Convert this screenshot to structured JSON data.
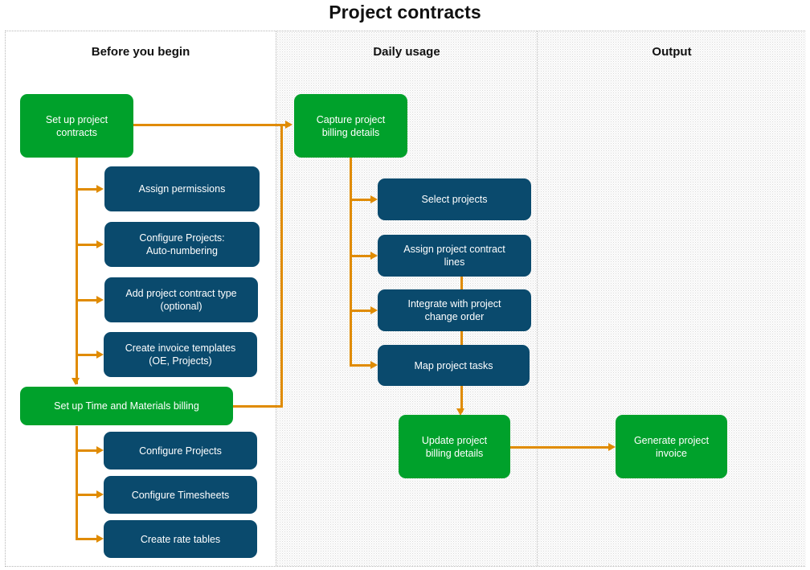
{
  "title": "Project contracts",
  "lanes": [
    {
      "id": "before-you-begin",
      "label": "Before you begin"
    },
    {
      "id": "daily-usage",
      "label": "Daily usage"
    },
    {
      "id": "output",
      "label": "Output"
    }
  ],
  "colors": {
    "green": "#00a12b",
    "blue": "#0a4a6d",
    "arrow": "#e08b00",
    "title_text": "#111111",
    "node_text": "#ffffff",
    "lane_border": "#b9b9b9"
  },
  "nodes": {
    "setup_project_contracts": {
      "label": "Set up project\ncontracts",
      "type": "green",
      "lane": "before-you-begin"
    },
    "assign_permissions": {
      "label": "Assign permissions",
      "type": "blue",
      "lane": "before-you-begin"
    },
    "configure_projects_auto": {
      "label": "Configure Projects:\nAuto-numbering",
      "type": "blue",
      "lane": "before-you-begin"
    },
    "add_project_contract_type": {
      "label": "Add project contract type\n(optional)",
      "type": "blue",
      "lane": "before-you-begin"
    },
    "create_invoice_templates": {
      "label": "Create invoice templates\n(OE, Projects)",
      "type": "blue",
      "lane": "before-you-begin"
    },
    "setup_tm_billing": {
      "label": "Set up Time and Materials billing",
      "type": "green",
      "lane": "before-you-begin"
    },
    "configure_projects": {
      "label": "Configure Projects",
      "type": "blue",
      "lane": "before-you-begin"
    },
    "configure_timesheets": {
      "label": "Configure Timesheets",
      "type": "blue",
      "lane": "before-you-begin"
    },
    "create_rate_tables": {
      "label": "Create rate tables",
      "type": "blue",
      "lane": "before-you-begin"
    },
    "capture_project_billing": {
      "label": "Capture project\nbilling details",
      "type": "green",
      "lane": "daily-usage"
    },
    "select_projects": {
      "label": "Select projects",
      "type": "blue",
      "lane": "daily-usage"
    },
    "assign_contract_lines": {
      "label": "Assign project contract\nlines",
      "type": "blue",
      "lane": "daily-usage"
    },
    "integrate_change_order": {
      "label": "Integrate with project\nchange order",
      "type": "blue",
      "lane": "daily-usage"
    },
    "map_project_tasks": {
      "label": "Map project tasks",
      "type": "blue",
      "lane": "daily-usage"
    },
    "update_project_billing": {
      "label": "Update project\nbilling details",
      "type": "green",
      "lane": "daily-usage"
    },
    "generate_project_invoice": {
      "label": "Generate project\ninvoice",
      "type": "green",
      "lane": "output"
    }
  },
  "flow_edges": [
    {
      "from": "setup_project_contracts",
      "to": "capture_project_billing"
    },
    {
      "from": "setup_project_contracts",
      "to": "assign_permissions"
    },
    {
      "from": "setup_project_contracts",
      "to": "configure_projects_auto"
    },
    {
      "from": "setup_project_contracts",
      "to": "add_project_contract_type"
    },
    {
      "from": "setup_project_contracts",
      "to": "create_invoice_templates"
    },
    {
      "from": "setup_project_contracts",
      "to": "setup_tm_billing"
    },
    {
      "from": "setup_tm_billing",
      "to": "configure_projects"
    },
    {
      "from": "setup_tm_billing",
      "to": "configure_timesheets"
    },
    {
      "from": "setup_tm_billing",
      "to": "create_rate_tables"
    },
    {
      "from": "setup_tm_billing",
      "to": "capture_project_billing"
    },
    {
      "from": "capture_project_billing",
      "to": "select_projects"
    },
    {
      "from": "capture_project_billing",
      "to": "assign_contract_lines"
    },
    {
      "from": "capture_project_billing",
      "to": "integrate_change_order"
    },
    {
      "from": "capture_project_billing",
      "to": "map_project_tasks"
    },
    {
      "from": "assign_contract_lines",
      "to": "integrate_change_order"
    },
    {
      "from": "integrate_change_order",
      "to": "map_project_tasks"
    },
    {
      "from": "map_project_tasks",
      "to": "update_project_billing"
    },
    {
      "from": "update_project_billing",
      "to": "generate_project_invoice"
    }
  ]
}
